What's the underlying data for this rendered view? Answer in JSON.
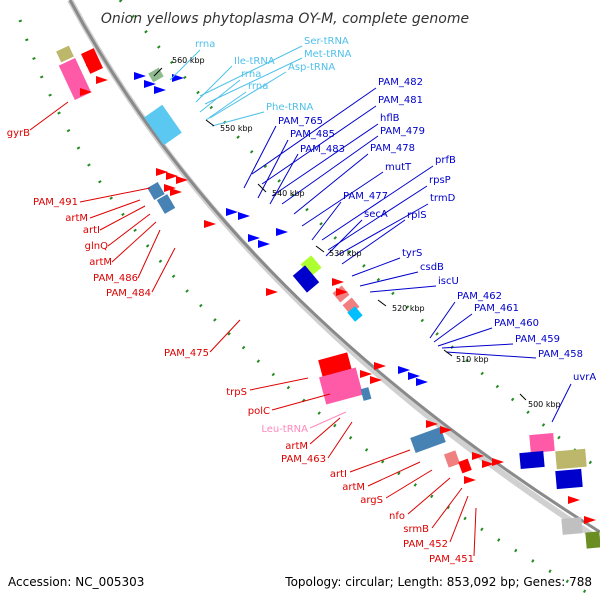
{
  "title": "Onion yellows phytoplasma OY-M, complete genome",
  "footer": {
    "accession": "Accession: NC_005303",
    "topology": "Topology: circular; Length: 853,092 bp; Genes: 788"
  },
  "colors": {
    "forward": "#ff0000",
    "reverse": "#0000ff",
    "trna": "#44ccee",
    "pink": "#ff5aa8",
    "backbone": "#8a8a8a",
    "gc_dots": "#228b22"
  },
  "ticks": [
    "560 kbp",
    "550 kbp",
    "540 kbp",
    "530 kbp",
    "520 kbp",
    "510 kbp",
    "500 kbp"
  ],
  "labels_trna": [
    "rrna",
    "Ser-tRNA",
    "Met-tRNA",
    "Ile-tRNA",
    "Asp-tRNA",
    "rrna",
    "rrna",
    "Phe-tRNA"
  ],
  "labels_blue": [
    "PAM_482",
    "PAM_481",
    "PAM_765",
    "hflB",
    "PAM_485",
    "PAM_479",
    "PAM_483",
    "PAM_478",
    "mutT",
    "prfB",
    "PAM_477",
    "rpsP",
    "trmD",
    "secA",
    "rplS",
    "tyrS",
    "csdB",
    "iscU",
    "PAM_462",
    "PAM_461",
    "PAM_460",
    "PAM_459",
    "PAM_458",
    "uvrA"
  ],
  "labels_red": [
    "gyrB",
    "PAM_491",
    "artM",
    "artI",
    "glnQ",
    "artM",
    "PAM_486",
    "PAM_484",
    "PAM_475",
    "trpS",
    "polC",
    "artM",
    "PAM_463",
    "artI",
    "artM",
    "argS",
    "nfo",
    "srmB",
    "PAM_452",
    "PAM_451"
  ],
  "labels_pink": [
    "Leu-tRNA"
  ]
}
